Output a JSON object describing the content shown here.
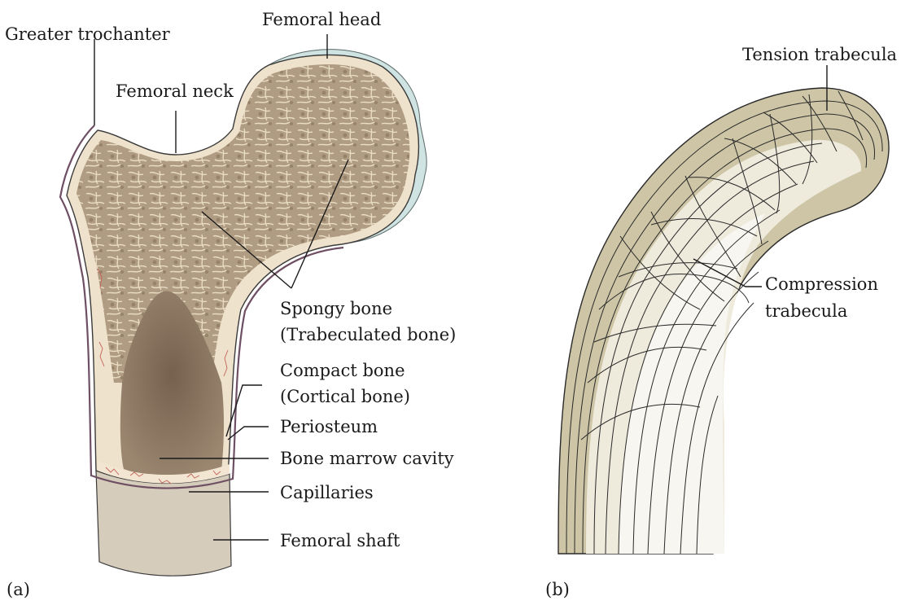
{
  "panel_a": {
    "caption": "(a)",
    "labels": {
      "greater_trochanter": "Greater trochanter",
      "femoral_head": "Femoral head",
      "femoral_neck": "Femoral neck",
      "spongy_bone_1": "Spongy bone",
      "spongy_bone_2": "(Trabeculated bone)",
      "compact_bone_1": "Compact bone",
      "compact_bone_2": "(Cortical bone)",
      "periosteum": "Periosteum",
      "marrow_cavity": "Bone marrow cavity",
      "capillaries": "Capillaries",
      "femoral_shaft": "Femoral shaft"
    }
  },
  "panel_b": {
    "caption": "(b)",
    "labels": {
      "tension_trabecula": "Tension trabecula",
      "compression_1": "Compression",
      "compression_2": "trabecula"
    }
  },
  "colors": {
    "spongy": "#b8a48a",
    "compact": "#efe2cc",
    "marrow": "#8e7a66",
    "periosteum": "#7a5a6e",
    "cartilage": "#cfe4e2",
    "shaft_cut": "#d6ccbb",
    "panel_b_dark": "#cdc5a5",
    "panel_b_light": "#eeeadc",
    "panel_b_white": "#f7f6f0"
  }
}
